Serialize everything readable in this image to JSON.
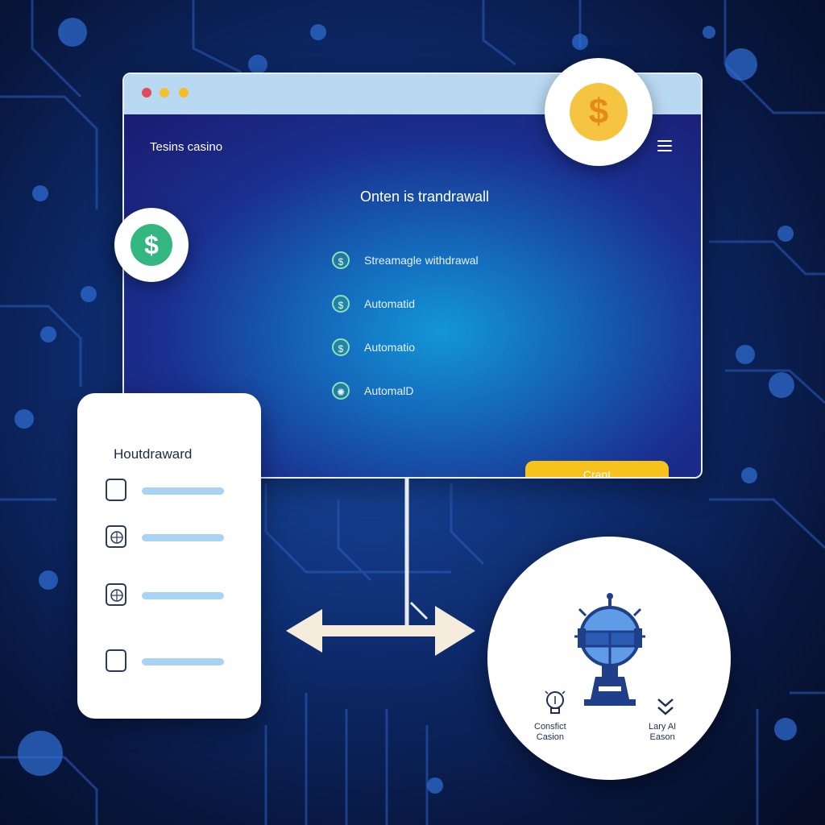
{
  "window": {
    "brand": "Tesins casino",
    "heading": "Onten is trandrawall",
    "features": [
      {
        "icon": "dollar-circle-icon",
        "label": "Streamagle withdrawal"
      },
      {
        "icon": "dollar-circle-icon",
        "label": "Automatid"
      },
      {
        "icon": "dollar-circle-icon",
        "label": "Automatio"
      },
      {
        "icon": "globe-circle-icon",
        "label": "AutomalD"
      }
    ],
    "cta_label": "Crant"
  },
  "badges": {
    "top_coin": "$",
    "left_coin": "$"
  },
  "card": {
    "title": "Houtdraward"
  },
  "ai_panel": {
    "left_label_line1": "Consfict",
    "left_label_line2": "Casion",
    "right_label_line1": "Lary AI",
    "right_label_line2": "Eason"
  },
  "colors": {
    "accent_yellow": "#f7c21c",
    "coin_green": "#34b680",
    "coin_gold": "#f5c542",
    "background_navy": "#0d2a6b"
  }
}
